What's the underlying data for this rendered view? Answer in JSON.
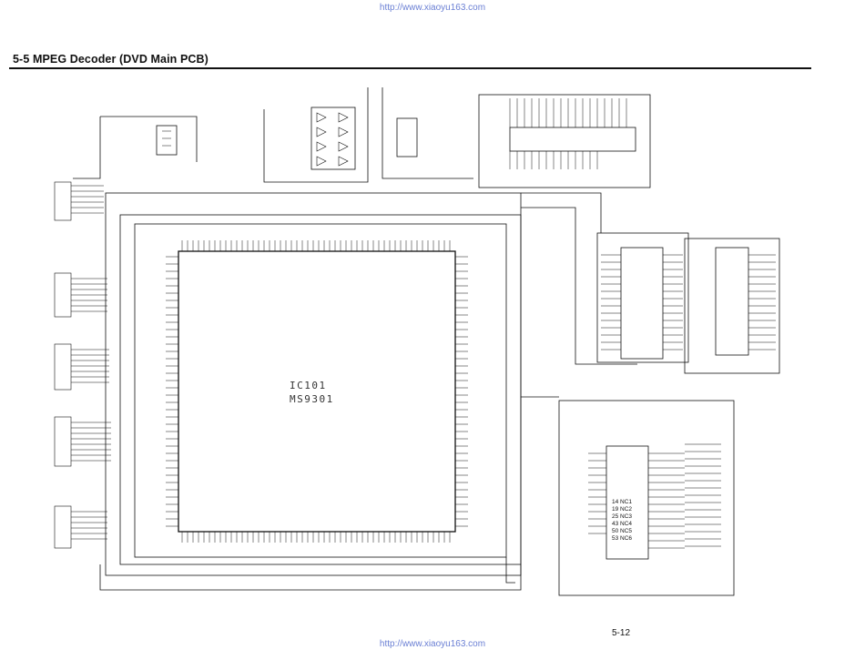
{
  "watermark_top": "http://www.xiaoyu163.com",
  "watermark_bottom": "http://www.xiaoyu163.com",
  "section_title": "5-5  MPEG Decoder (DVD Main PCB)",
  "page_number": "5-12",
  "main_ic": {
    "ref": "IC101",
    "part": "MS9301"
  },
  "sdram_pins": [
    "14 NC1",
    "19 NC2",
    "25 NC3",
    "43 NC4",
    "50 NC5",
    "53 NC6"
  ],
  "colors": {
    "ink": "#111111",
    "watermark_link": "#6a7fd4",
    "faint_watermark": "#e3e3e3"
  }
}
